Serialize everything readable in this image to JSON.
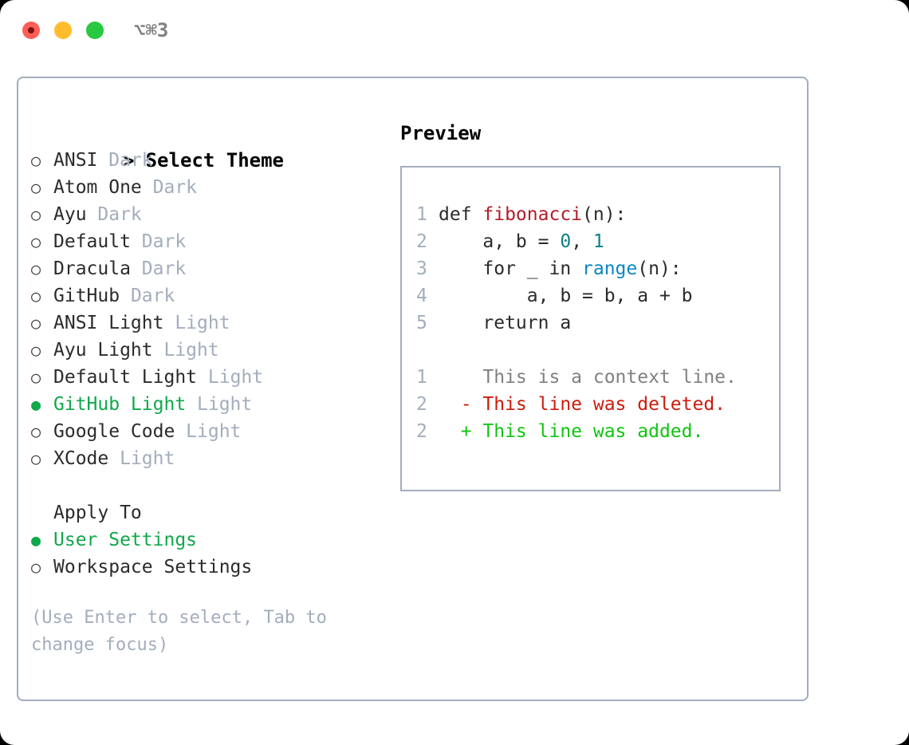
{
  "window": {
    "shortcut": "⌥⌘3",
    "traffic_lights": [
      "close-dot",
      "minimize-dot",
      "maximize-dot"
    ],
    "colors": {
      "close": "#ff5f57",
      "minimize": "#ffbd2e",
      "maximize": "#28c840",
      "accent_green": "#0fa84a",
      "muted": "#a3adbd",
      "border": "#a3adbd"
    }
  },
  "theme_list": {
    "header": {
      "prompt": ">",
      "label": "Select Theme"
    },
    "marker_selected": "●",
    "marker_unselected": "○",
    "items": [
      {
        "name": "ANSI",
        "variant": "Dark",
        "selected": false
      },
      {
        "name": "Atom One",
        "variant": "Dark",
        "selected": false
      },
      {
        "name": "Ayu",
        "variant": "Dark",
        "selected": false
      },
      {
        "name": "Default",
        "variant": "Dark",
        "selected": false
      },
      {
        "name": "Dracula",
        "variant": "Dark",
        "selected": false
      },
      {
        "name": "GitHub",
        "variant": "Dark",
        "selected": false
      },
      {
        "name": "ANSI Light",
        "variant": "Light",
        "selected": false
      },
      {
        "name": "Ayu Light",
        "variant": "Light",
        "selected": false
      },
      {
        "name": "Default Light",
        "variant": "Light",
        "selected": false
      },
      {
        "name": "GitHub Light",
        "variant": "Light",
        "selected": true
      },
      {
        "name": "Google Code",
        "variant": "Light",
        "selected": false
      },
      {
        "name": "XCode",
        "variant": "Light",
        "selected": false
      }
    ]
  },
  "apply_to": {
    "label": "Apply To",
    "options": [
      {
        "name": "User Settings",
        "selected": true
      },
      {
        "name": "Workspace Settings",
        "selected": false
      }
    ]
  },
  "hint": "(Use Enter to select, Tab to change focus)",
  "preview": {
    "title": "Preview",
    "code_lines": [
      {
        "num": "1",
        "tokens": [
          {
            "text": "def ",
            "type": "kw"
          },
          {
            "text": "fibonacci",
            "type": "fn"
          },
          {
            "text": "(n):",
            "type": "plain"
          }
        ]
      },
      {
        "num": "2",
        "tokens": [
          {
            "text": "    a, b = ",
            "type": "plain"
          },
          {
            "text": "0",
            "type": "num"
          },
          {
            "text": ", ",
            "type": "plain"
          },
          {
            "text": "1",
            "type": "num"
          }
        ]
      },
      {
        "num": "3",
        "tokens": [
          {
            "text": "    for _ in ",
            "type": "plain"
          },
          {
            "text": "range",
            "type": "call"
          },
          {
            "text": "(n):",
            "type": "plain"
          }
        ]
      },
      {
        "num": "4",
        "tokens": [
          {
            "text": "        a, b = b, a + b",
            "type": "plain"
          }
        ]
      },
      {
        "num": "5",
        "tokens": [
          {
            "text": "    return a",
            "type": "plain"
          }
        ]
      }
    ],
    "diff_lines": [
      {
        "num": "1",
        "sign": " ",
        "text": "This is a context line.",
        "kind": "ctx"
      },
      {
        "num": "2",
        "sign": "-",
        "text": "This line was deleted.",
        "kind": "del"
      },
      {
        "num": "2",
        "sign": "+",
        "text": "This line was added.",
        "kind": "add"
      }
    ],
    "syntax_colors": {
      "function": "#b31d28",
      "number": "#0c7f86",
      "builtin": "#0a85c4",
      "line_number": "#a3adbd",
      "diff_context": "#808080",
      "diff_deleted": "#cb1c0d",
      "diff_added": "#10c410"
    }
  }
}
